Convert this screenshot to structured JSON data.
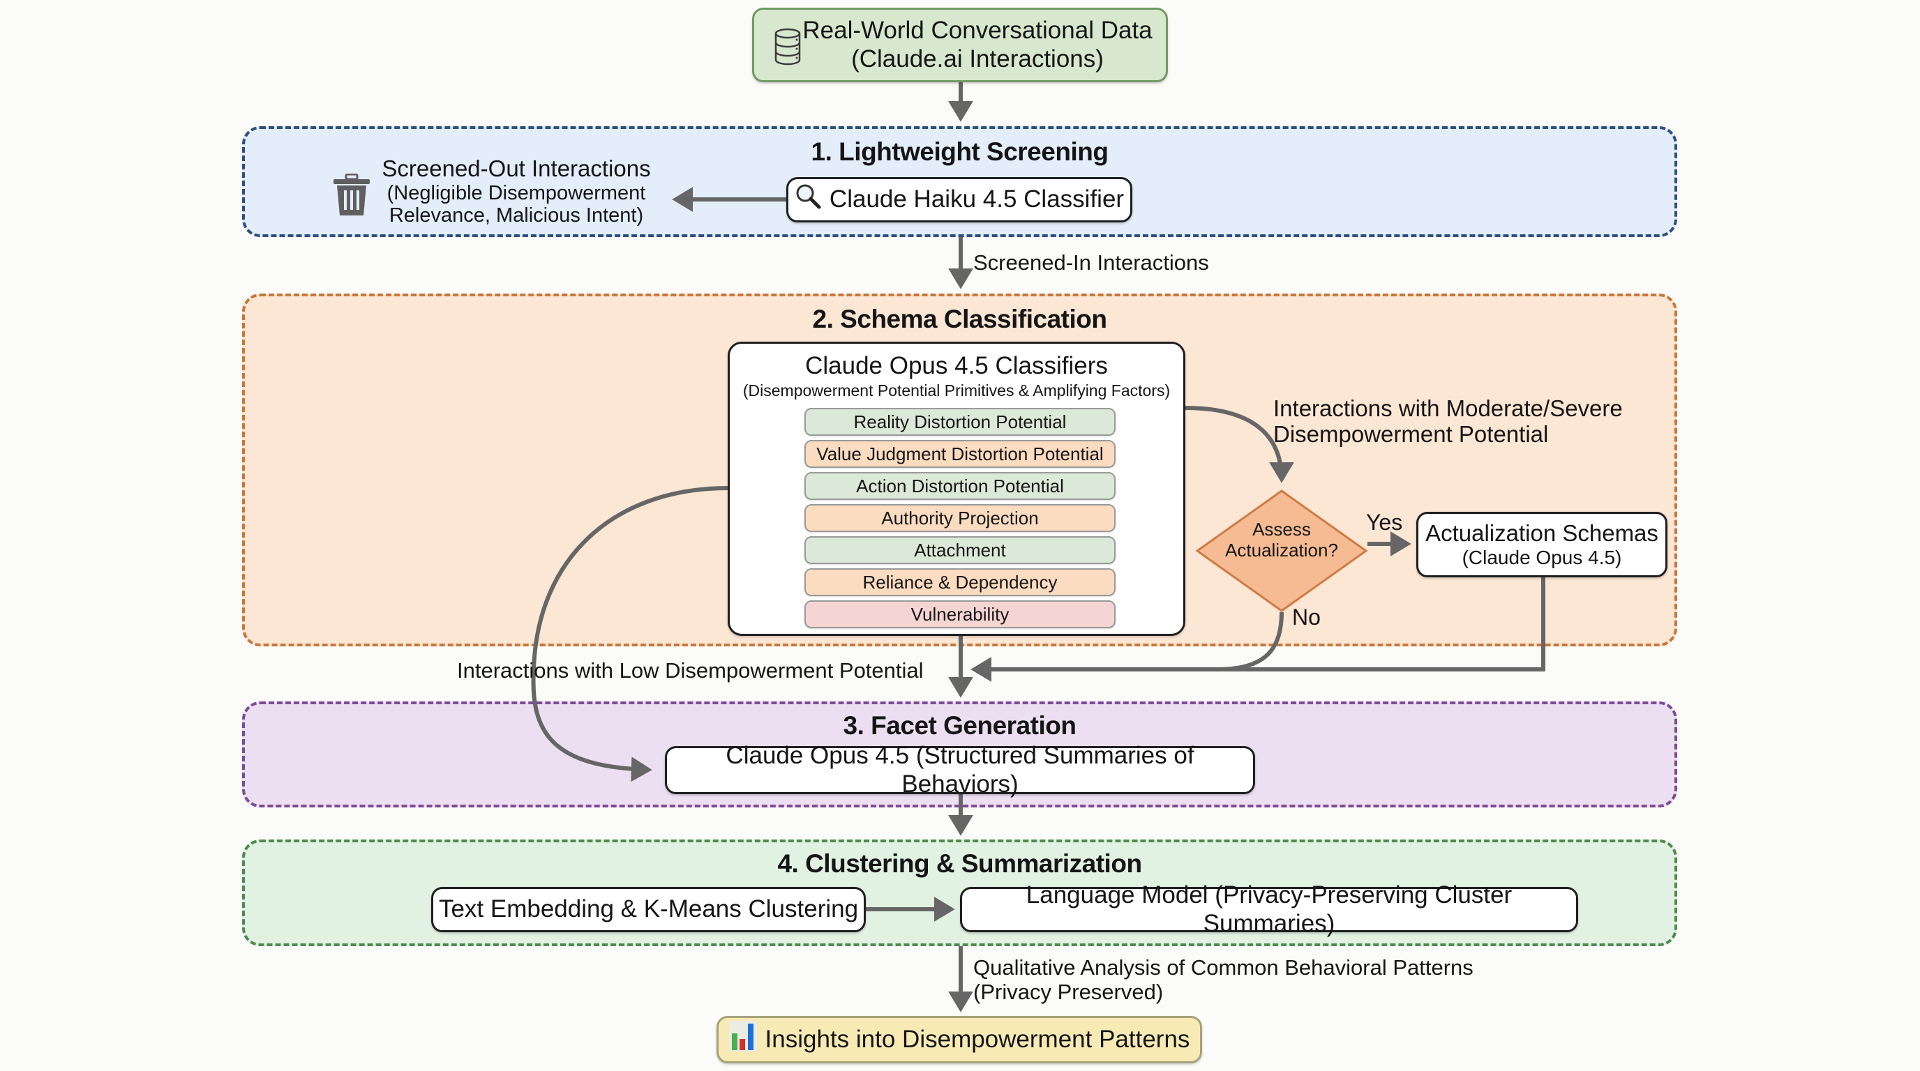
{
  "source": {
    "line1": "Real-World Conversational Data",
    "line2": "(Claude.ai Interactions)",
    "icon": "database-icon"
  },
  "stage1": {
    "title": "1. Lightweight Screening",
    "classifier": "Claude Haiku 4.5 Classifier",
    "classifier_icon": "magnifier-icon",
    "screened_out": {
      "title": "Screened-Out Interactions",
      "line2": "(Negligible Disempowerment",
      "line3": "Relevance, Malicious Intent)",
      "icon": "trash-icon"
    },
    "screened_in_label": "Screened-In Interactions"
  },
  "stage2": {
    "title": "2. Schema Classification",
    "classifiers_title": "Claude Opus 4.5 Classifiers",
    "classifiers_subtitle": "(Disempowerment Potential Primitives & Amplifying Factors)",
    "chips": [
      {
        "label": "Reality Distortion Potential",
        "color": "green"
      },
      {
        "label": "Value Judgment Distortion Potential",
        "color": "orange"
      },
      {
        "label": "Action Distortion Potential",
        "color": "green"
      },
      {
        "label": "Authority Projection",
        "color": "orange"
      },
      {
        "label": "Attachment",
        "color": "green"
      },
      {
        "label": "Reliance & Dependency",
        "color": "orange"
      },
      {
        "label": "Vulnerability",
        "color": "pink"
      }
    ],
    "moderate_label_line1": "Interactions with Moderate/Severe",
    "moderate_label_line2": "Disempowerment Potential",
    "decision_line1": "Assess",
    "decision_line2": "Actualization?",
    "yes_label": "Yes",
    "no_label": "No",
    "actualization_title": "Actualization Schemas",
    "actualization_subtitle": "(Claude Opus 4.5)",
    "low_label": "Interactions with Low Disempowerment Potential"
  },
  "stage3": {
    "title": "3. Facet Generation",
    "node": "Claude Opus 4.5 (Structured Summaries of Behaviors)"
  },
  "stage4": {
    "title": "4. Clustering & Summarization",
    "node_left": "Text Embedding & K-Means Clustering",
    "node_right": "Language Model (Privacy-Preserving Cluster Summaries)",
    "output_label_line1": "Qualitative Analysis of Common Behavioral Patterns",
    "output_label_line2": "(Privacy Preserved)"
  },
  "result": {
    "label": "Insights into Disempowerment Patterns",
    "icon": "bar-chart-icon"
  },
  "colors": {
    "stage1_fill": "#e3eefa",
    "stage1_border": "#2f4f7f",
    "stage2_fill": "#fce6d4",
    "stage2_border": "#c8763a",
    "stage3_fill": "#ebdff1",
    "stage3_border": "#7d4a9a",
    "stage4_fill": "#e1f1e2",
    "stage4_border": "#4e8a4e",
    "source_fill": "#d7e8cf",
    "source_border": "#6f9b64",
    "result_fill": "#f8eab4",
    "result_border": "#a7a27b",
    "decision_fill": "#f6bb92",
    "decision_border": "#cf7b44",
    "arrow": "#666666"
  }
}
